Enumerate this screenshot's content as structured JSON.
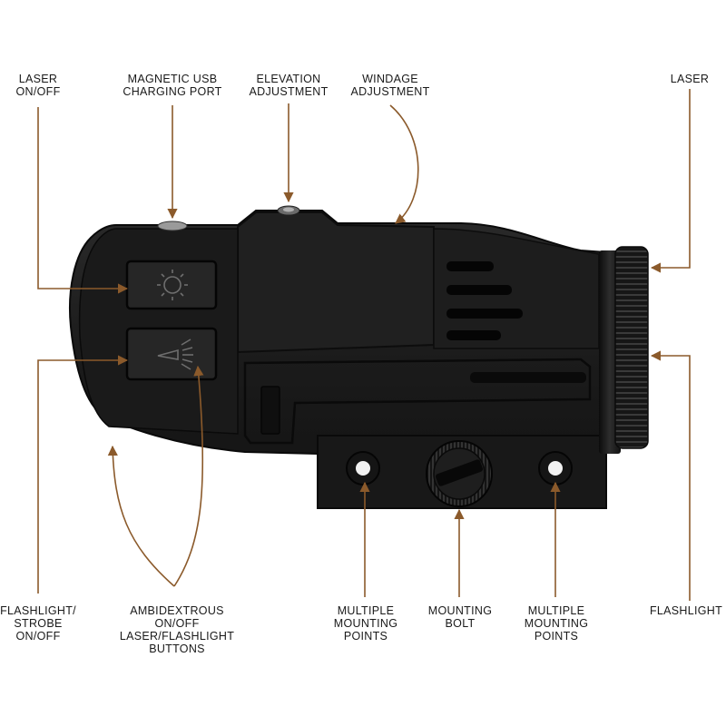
{
  "callouts": {
    "laser_on_off": "LASER\nON/OFF",
    "usb_port": "MAGNETIC USB\nCHARGING PORT",
    "elevation": "ELEVATION\nADJUSTMENT",
    "windage": "WINDAGE\nADJUSTMENT",
    "laser": "LASER",
    "flashlight_strobe": "FLASHLIGHT/\nSTROBE\nON/OFF",
    "ambidextrous": "AMBIDEXTROUS\nON/OFF\nLASER/FLASHLIGHT\nBUTTONS",
    "mounting_points_left": "MULTIPLE\nMOUNTING\nPOINTS",
    "mounting_bolt": "MOUNTING\nBOLT",
    "mounting_points_right": "MULTIPLE\nMOUNTING\nPOINTS",
    "flashlight": "FLASHLIGHT"
  },
  "colors": {
    "callout_line": "#8b5a2b",
    "body": "#1c1c1c",
    "label_text": "#1a1a1a",
    "background": "#ffffff"
  },
  "icons": {
    "laser_button": "sun-icon",
    "flashlight_button": "flashlight-icon"
  }
}
